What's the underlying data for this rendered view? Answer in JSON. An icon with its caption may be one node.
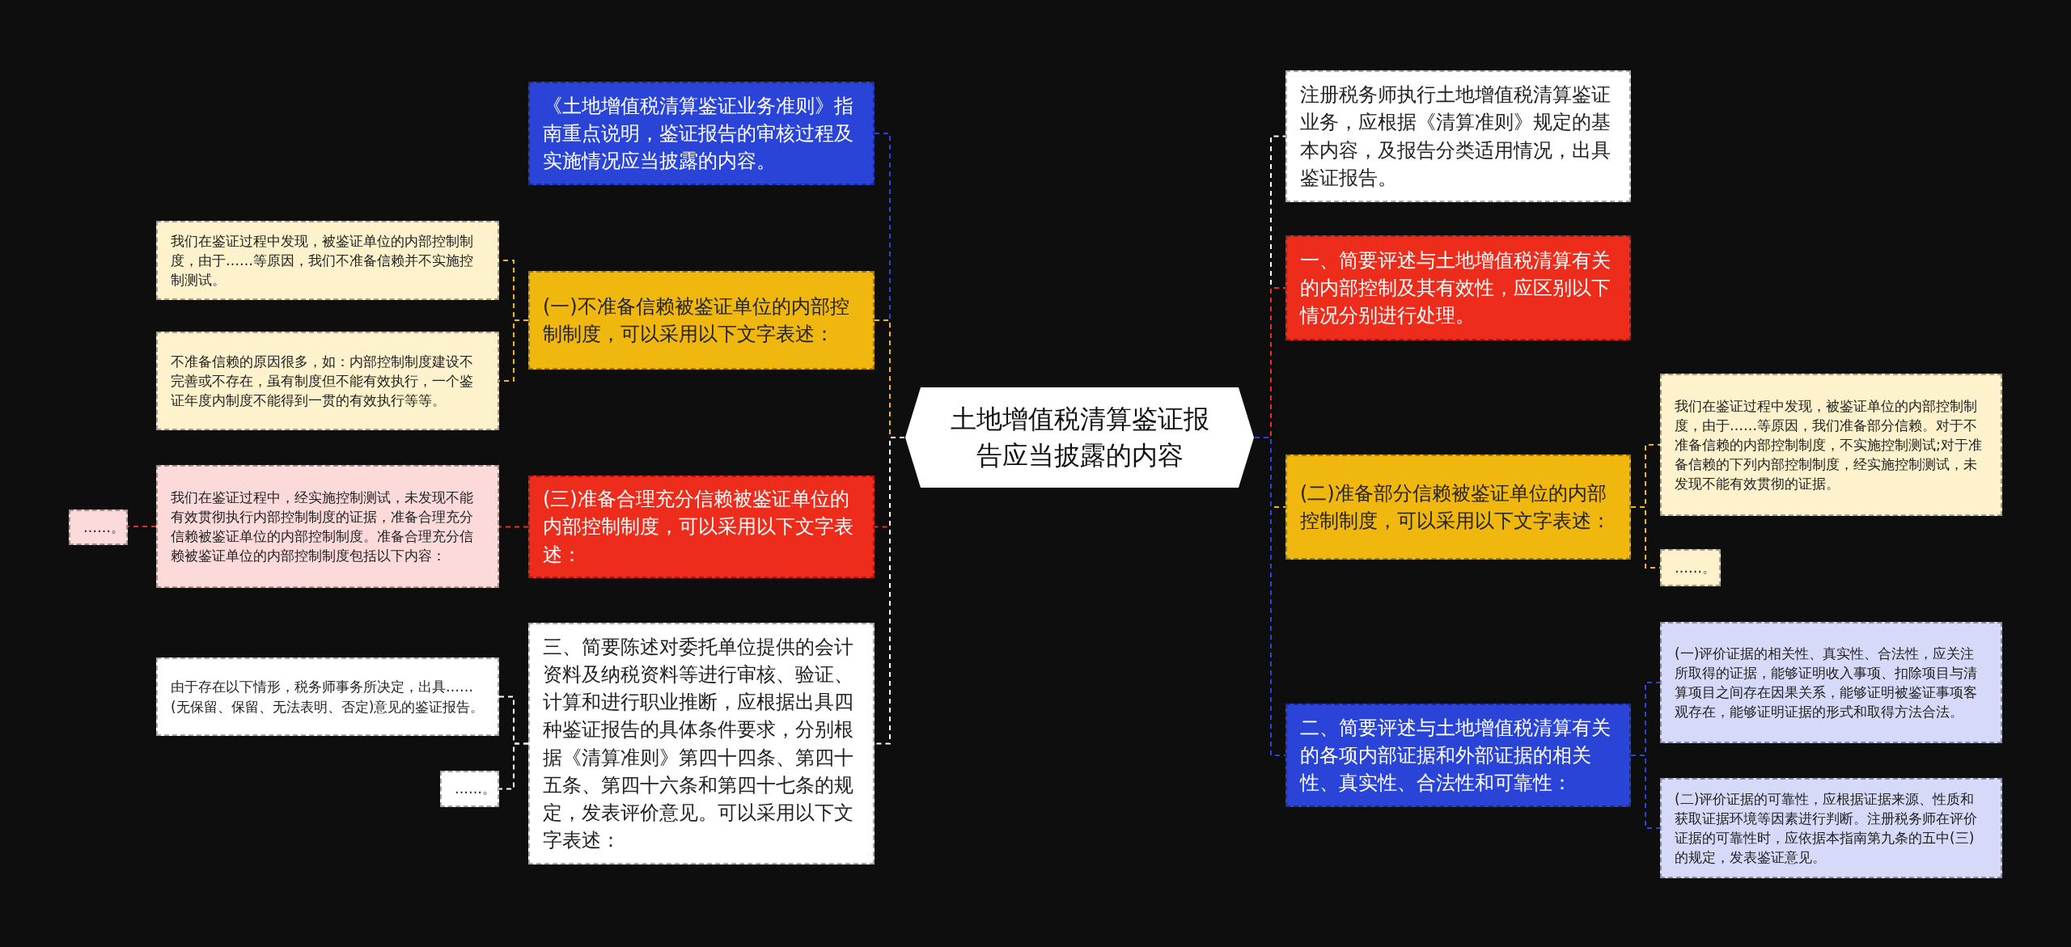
{
  "diagram": {
    "nodes": [
      {
        "text": [
          "土地增值税清算鉴证报告应当披露的内容"
        ]
      },
      {
        "text": [
          "《土地增值税清算鉴证业务准则》指南重点说明，鉴证报告的审核过程及实施情况应当披露的内容。"
        ]
      },
      {
        "text": [
          "(一)不准备信赖被鉴证单位的内部控制制度，可以采用以下文字表述："
        ]
      },
      {
        "text": [
          "(三)准备合理充分信赖被鉴证单位的内部控制制度，可以采用以下文字表述："
        ]
      },
      {
        "text": [
          "三、简要陈述对委托单位提供的会计资料及纳税资料等进行审核、验证、计算和进行职业推断，应根据出具四种鉴证报告的具体条件要求，分别根据《清算准则》第四十四条、第四十五条、第四十六条和第四十七条的规定，发表评价意见。可以采用以下文字表述："
        ]
      },
      {
        "text": [
          "我们在鉴证过程中发现，被鉴证单位的内部控制制度，由于……等原因，我们不准备信赖并不实施控制测试。"
        ]
      },
      {
        "text": [
          "不准备信赖的原因很多，如：内部控制制度建设不完善或不存在，虽有制度但不能有效执行，一个鉴证年度内制度不能得到一贯的有效执行等等。"
        ]
      },
      {
        "text": [
          "我们在鉴证过程中，经实施控制测试，未发现不能有效贯彻执行内部控制制度的证据，准备合理充分信赖被鉴证单位的内部控制制度。准备合理充分信赖被鉴证单位的内部控制制度包括以下内容："
        ]
      },
      {
        "text": [
          "……。"
        ]
      },
      {
        "text": [
          "由于存在以下情形，税务师事务所决定，出具……(无保留、保留、无法表明、否定)意见的鉴证报告。"
        ]
      },
      {
        "text": [
          "……。"
        ]
      },
      {
        "text": [
          "注册税务师执行土地增值税清算鉴证业务，应根据《清算准则》规定的基本内容，及报告分类适用情况，出具鉴证报告。"
        ]
      },
      {
        "text": [
          "一、简要评述与土地增值税清算有关的内部控制及其有效性，应区别以下情况分别进行处理。"
        ]
      },
      {
        "text": [
          "(二)准备部分信赖被鉴证单位的内部控制制度，可以采用以下文字表述："
        ]
      },
      {
        "text": [
          "二、简要评述与土地增值税清算有关的各项内部证据和外部证据的相关性、真实性、合法性和可靠性："
        ]
      },
      {
        "text": [
          "我们在鉴证过程中发现，被鉴证单位的内部控制制度，由于……等原因，我们准备部分信赖。对于不准备信赖的内部控制制度，不实施控制测试;对于准备信赖的下列内部控制制度，经实施控制测试，未发现不能有效贯彻的证据。"
        ]
      },
      {
        "text": [
          "……。"
        ]
      },
      {
        "text": [
          "(一)评价证据的相关性、真实性、合法性，应关注所取得的证据，能够证明收入事项、扣除项目与清算项目之间存在因果关系，能够证明被鉴证事项客观存在，能够证明证据的形式和取得方法合法。"
        ]
      },
      {
        "text": [
          "(二)评价证据的可靠性，应根据证据来源、性质和获取证据环境等因素进行判断。注册税务师在评价证据的可靠性时，应依据本指南第九条的五中(三)的规定，发表鉴证意见。"
        ]
      }
    ],
    "edges": [
      {
        "from": 0,
        "to": 1,
        "arrow": "none",
        "color": "#2a44d8"
      },
      {
        "from": 0,
        "to": 2,
        "arrow": "none"
      },
      {
        "from": 0,
        "to": 3,
        "arrow": "none",
        "color": "#ee2c1c"
      },
      {
        "from": 0,
        "to": 4,
        "arrow": "none",
        "color": "#ffffff"
      },
      {
        "from": 2,
        "to": 5,
        "arrow": "none"
      },
      {
        "from": 2,
        "to": 6,
        "arrow": "none"
      },
      {
        "from": 3,
        "to": 7,
        "arrow": "none",
        "color": "#ee2c1c"
      },
      {
        "from": 7,
        "to": 8,
        "arrow": "none",
        "color": "#ee2c1c"
      },
      {
        "from": 4,
        "to": 9,
        "arrow": "none",
        "color": "#ffffff"
      },
      {
        "from": 4,
        "to": 10,
        "arrow": "none",
        "color": "#ffffff"
      },
      {
        "from": 0,
        "to": 11,
        "arrow": "none",
        "color": "#ffffff"
      },
      {
        "from": 0,
        "to": 12,
        "arrow": "none",
        "color": "#ee2c1c"
      },
      {
        "from": 0,
        "to": 13,
        "arrow": "none"
      },
      {
        "from": 0,
        "to": 14,
        "arrow": "none",
        "color": "#2a44d8"
      },
      {
        "from": 13,
        "to": 15,
        "arrow": "none"
      },
      {
        "from": 13,
        "to": 16,
        "arrow": "none"
      },
      {
        "from": 14,
        "to": 17,
        "arrow": "none",
        "color": "#2a44d8"
      },
      {
        "from": 14,
        "to": 18,
        "arrow": "none",
        "color": "#2a44d8"
      }
    ]
  }
}
